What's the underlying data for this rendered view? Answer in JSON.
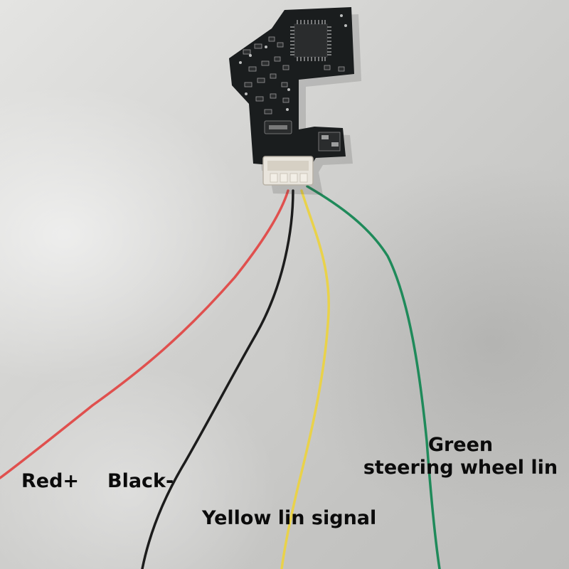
{
  "labels": {
    "red": "Red+",
    "black": "Black-",
    "yellow": "Yellow lin signal",
    "green_line1": "Green",
    "green_line2": "steering wheel lin"
  },
  "colors": {
    "red_wire": "#e0504e",
    "black_wire": "#1c1c1c",
    "yellow_wire": "#e9d24a",
    "green_wire": "#1f8a5a",
    "pcb": "#1a1d1e",
    "connector": "#e8e4dc"
  }
}
